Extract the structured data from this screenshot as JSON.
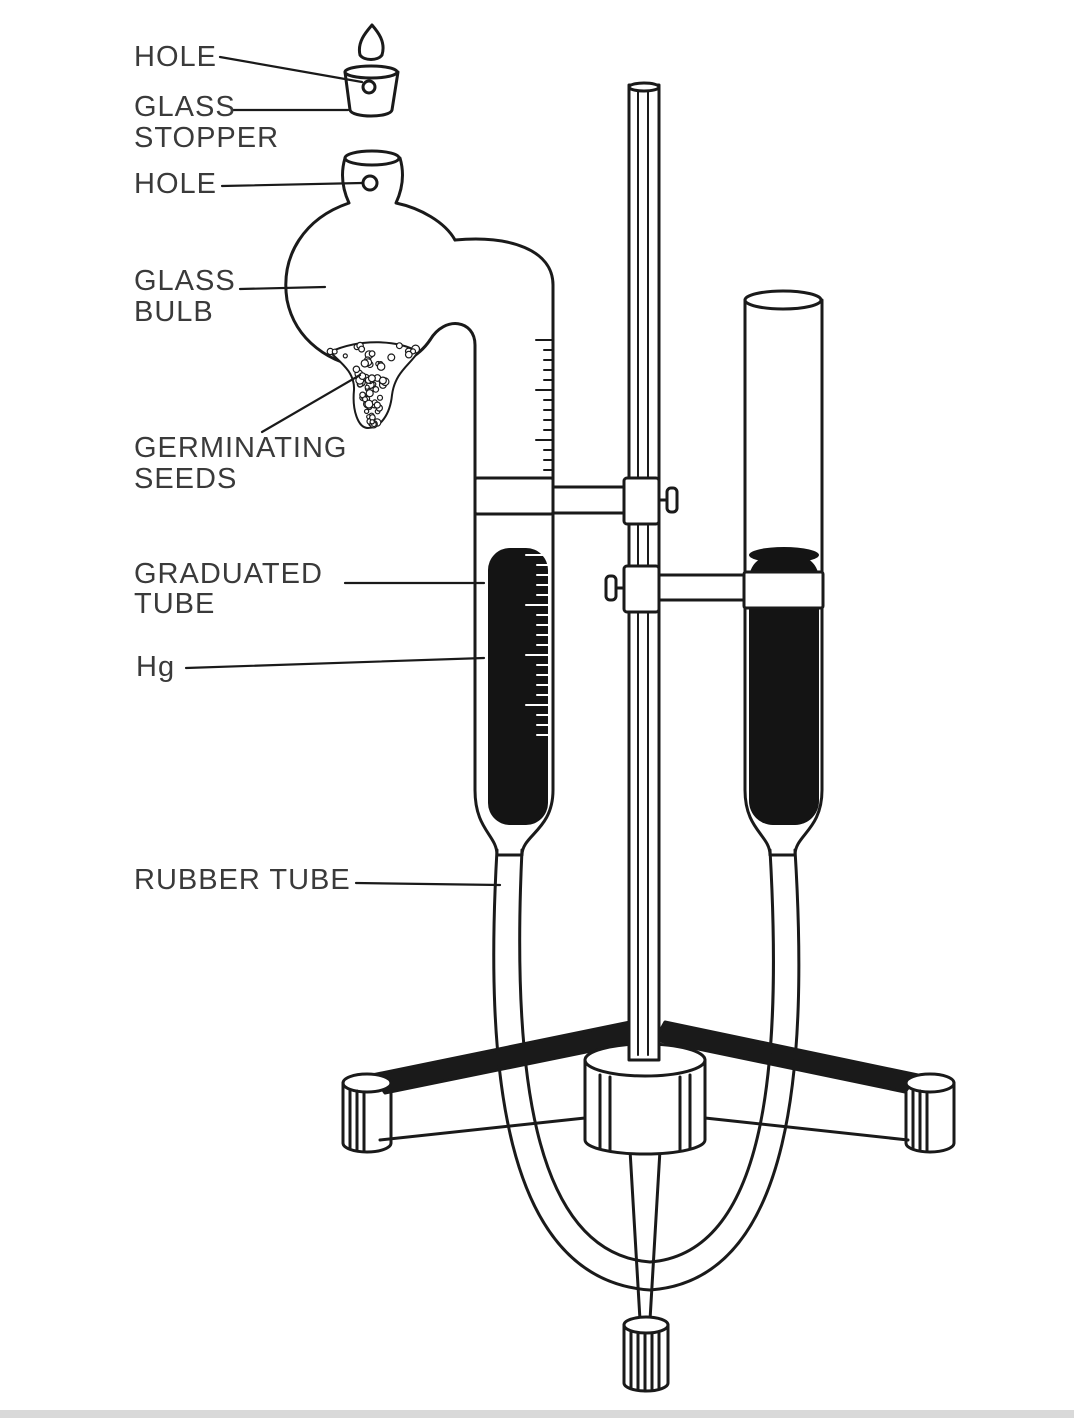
{
  "labels": {
    "hole_top": "HOLE",
    "glass_stopper_1": "GLASS",
    "glass_stopper_2": "STOPPER",
    "hole_flask": "HOLE",
    "glass_bulb_1": "GLASS",
    "glass_bulb_2": "BULB",
    "germinating_1": "GERMINATING",
    "germinating_2": "SEEDS",
    "graduated_1": "GRADUATED",
    "graduated_2": "TUBE",
    "hg": "Hg",
    "rubber_tube": "RUBBER TUBE"
  },
  "colors": {
    "ink": "#1a1a1a",
    "mercury": "#141414",
    "paper": "#ffffff",
    "label_text": "#3a3a3a"
  }
}
